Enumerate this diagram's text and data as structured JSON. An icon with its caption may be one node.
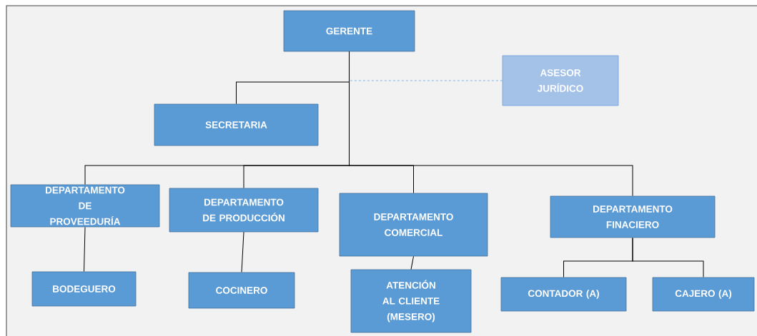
{
  "diagram": {
    "nodes": [
      {
        "text": [
          "GERENTE"
        ]
      },
      {
        "text": [
          "ASESOR JURÍDICO"
        ]
      },
      {
        "text": [
          "SECRETARIA"
        ]
      },
      {
        "text": [
          "DEPARTAMENTO DE PROVEEDURÍA"
        ]
      },
      {
        "text": [
          "DEPARTAMENTO DE PRODUCCIÓN"
        ]
      },
      {
        "text": [
          "DEPARTAMENTO COMERCIAL"
        ]
      },
      {
        "text": [
          "DEPARTAMENTO FINACIERO"
        ]
      },
      {
        "text": [
          "BODEGUERO"
        ]
      },
      {
        "text": [
          "COCINERO"
        ]
      },
      {
        "text": [
          "ATENCIÓN AL CLIENTE (MESERO)"
        ]
      },
      {
        "text": [
          "CONTADOR (A)"
        ]
      },
      {
        "text": [
          "CAJERO (A)"
        ]
      }
    ],
    "edges": [
      {
        "from": 0,
        "to": 1,
        "arrow": "none",
        "style": "dashed",
        "color": "#5b9bd5"
      },
      {
        "from": 0,
        "to": 2,
        "arrow": "none"
      },
      {
        "from": 0,
        "to": 3,
        "arrow": "none"
      },
      {
        "from": 0,
        "to": 4,
        "arrow": "none"
      },
      {
        "from": 0,
        "to": 5,
        "arrow": "none"
      },
      {
        "from": 0,
        "to": 6,
        "arrow": "none"
      },
      {
        "from": 3,
        "to": 7,
        "arrow": "none"
      },
      {
        "from": 4,
        "to": 8,
        "arrow": "none"
      },
      {
        "from": 5,
        "to": 9,
        "arrow": "none"
      },
      {
        "from": 6,
        "to": 10,
        "arrow": "none"
      },
      {
        "from": 6,
        "to": 11,
        "arrow": "none"
      }
    ]
  }
}
